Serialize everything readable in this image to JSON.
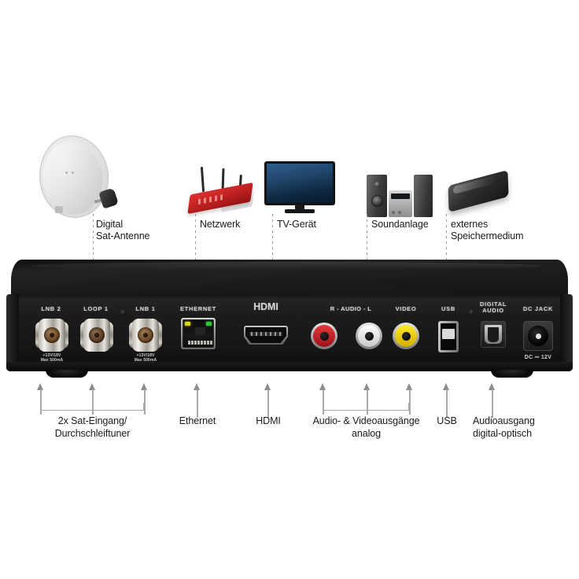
{
  "devices": [
    {
      "id": "sat-dish",
      "label": "Digital\nSat-Antenne"
    },
    {
      "id": "router",
      "label": "Netzwerk"
    },
    {
      "id": "tv",
      "label": "TV-Gerät"
    },
    {
      "id": "sound",
      "label": "Soundanlage"
    },
    {
      "id": "hdd",
      "label": "externes\nSpeichermedium"
    }
  ],
  "receiver": {
    "ports": [
      {
        "id": "lnb2",
        "label": "LNB 2",
        "sub": "+13V/18V\nMax 500mA"
      },
      {
        "id": "loop1",
        "label": "LOOP 1",
        "sub": ""
      },
      {
        "id": "lnb1",
        "label": "LNB 1",
        "sub": "+13V/18V\nMax 500mA"
      },
      {
        "id": "ethernet",
        "label": "ETHERNET",
        "sub": ""
      },
      {
        "id": "hdmi",
        "label": "HDMI",
        "sub": ""
      },
      {
        "id": "audio",
        "label": "R -  AUDIO  - L",
        "sub": ""
      },
      {
        "id": "video",
        "label": "VIDEO",
        "sub": ""
      },
      {
        "id": "usb",
        "label": "USB",
        "sub": ""
      },
      {
        "id": "digital",
        "label": "DIGITAL\nAUDIO",
        "sub": ""
      },
      {
        "id": "dcjack",
        "label": "DC JACK",
        "sub": "DC ⎓ 12V"
      }
    ],
    "colors": {
      "rca_right": "#c8102e",
      "rca_left": "#f2f2f2",
      "rca_video": "#f2d10a",
      "led_yellow": "#d8d11a",
      "led_green": "#33c23a"
    }
  },
  "callouts": [
    {
      "id": "sat-in",
      "text": "2x Sat-Eingang/\nDurchschleiftuner"
    },
    {
      "id": "ethernet-out",
      "text": "Ethernet"
    },
    {
      "id": "hdmi-out",
      "text": "HDMI"
    },
    {
      "id": "av-out",
      "text": "Audio- & Videoausgänge\nanalog"
    },
    {
      "id": "usb-out",
      "text": "USB"
    },
    {
      "id": "digital-out",
      "text": "Audioausgang\ndigital-optisch"
    }
  ]
}
